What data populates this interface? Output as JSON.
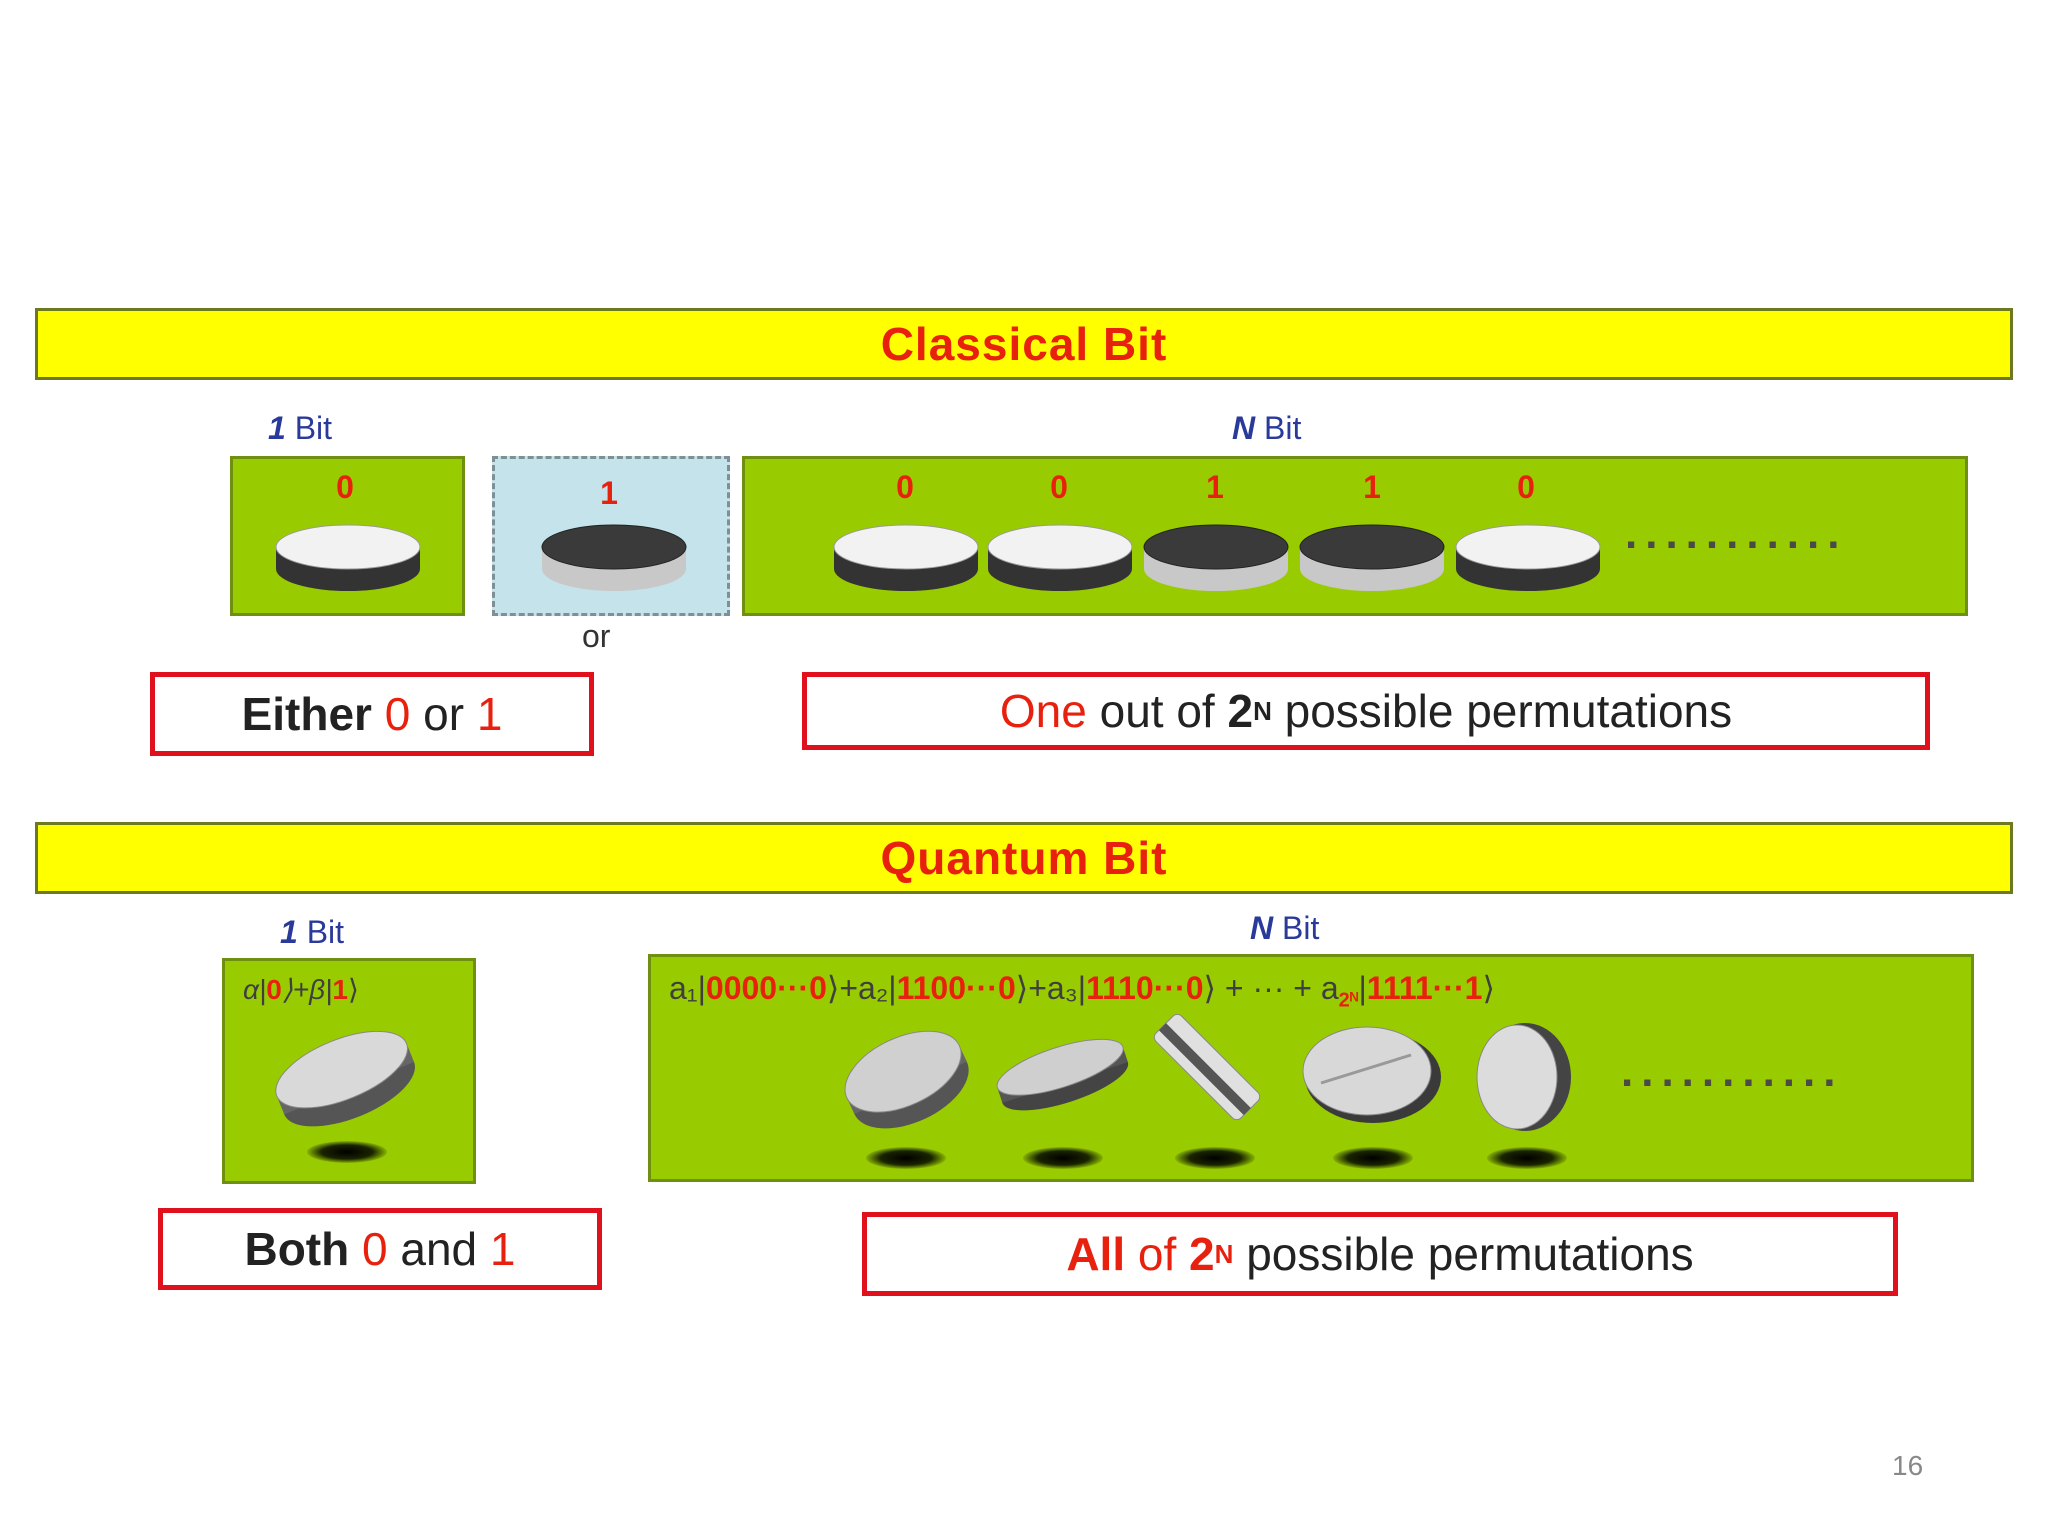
{
  "classical": {
    "title": "Classical Bit",
    "one_bit_label_num": "1",
    "one_bit_label_word": "Bit",
    "n_bit_label_var": "N",
    "n_bit_label_word": "Bit",
    "single_zero": "0",
    "single_one": "1",
    "or_text": "or",
    "sequence": [
      "0",
      "0",
      "1",
      "1",
      "0"
    ],
    "dots": "...........",
    "caption_left": {
      "prefix": "Either ",
      "a": "0",
      "mid": " or ",
      "b": "1"
    },
    "caption_right": {
      "one": "One",
      "middle": " out of ",
      "two": "2",
      "sup": "N",
      "rest": " possible permutations"
    }
  },
  "quantum": {
    "title": "Quantum Bit",
    "one_bit_label_num": "1",
    "one_bit_label_word": "Bit",
    "n_bit_label_var": "N",
    "n_bit_label_word": "Bit",
    "single_formula": {
      "alpha": "α|",
      "zero": "0",
      "plus": "⟩+β|",
      "one": "1",
      "end": "⟩"
    },
    "n_formula": {
      "a1": "a₁|",
      "s1": "0000···0",
      "p1": "⟩+a₂|",
      "s2": "1100···0",
      "p2": "⟩+a₃|",
      "s3": "1110···0",
      "p3": "⟩ + ··· + a",
      "sub": "2ᴺ",
      "p4": "|",
      "s4": "1111···1",
      "end": "⟩"
    },
    "dots": "...........",
    "caption_left": {
      "prefix": "Both ",
      "a": "0",
      "mid": " and ",
      "b": "1"
    },
    "caption_right": {
      "all": "All",
      "of": " of ",
      "two": "2",
      "sup": "N",
      "rest": " possible permutations"
    }
  },
  "page_number": "16",
  "colors": {
    "banner": "#ffff00",
    "title_red": "#e8210f",
    "panel_green": "#99cc00",
    "label_blue": "#2a3a9a",
    "caption_border": "#e0101c"
  }
}
